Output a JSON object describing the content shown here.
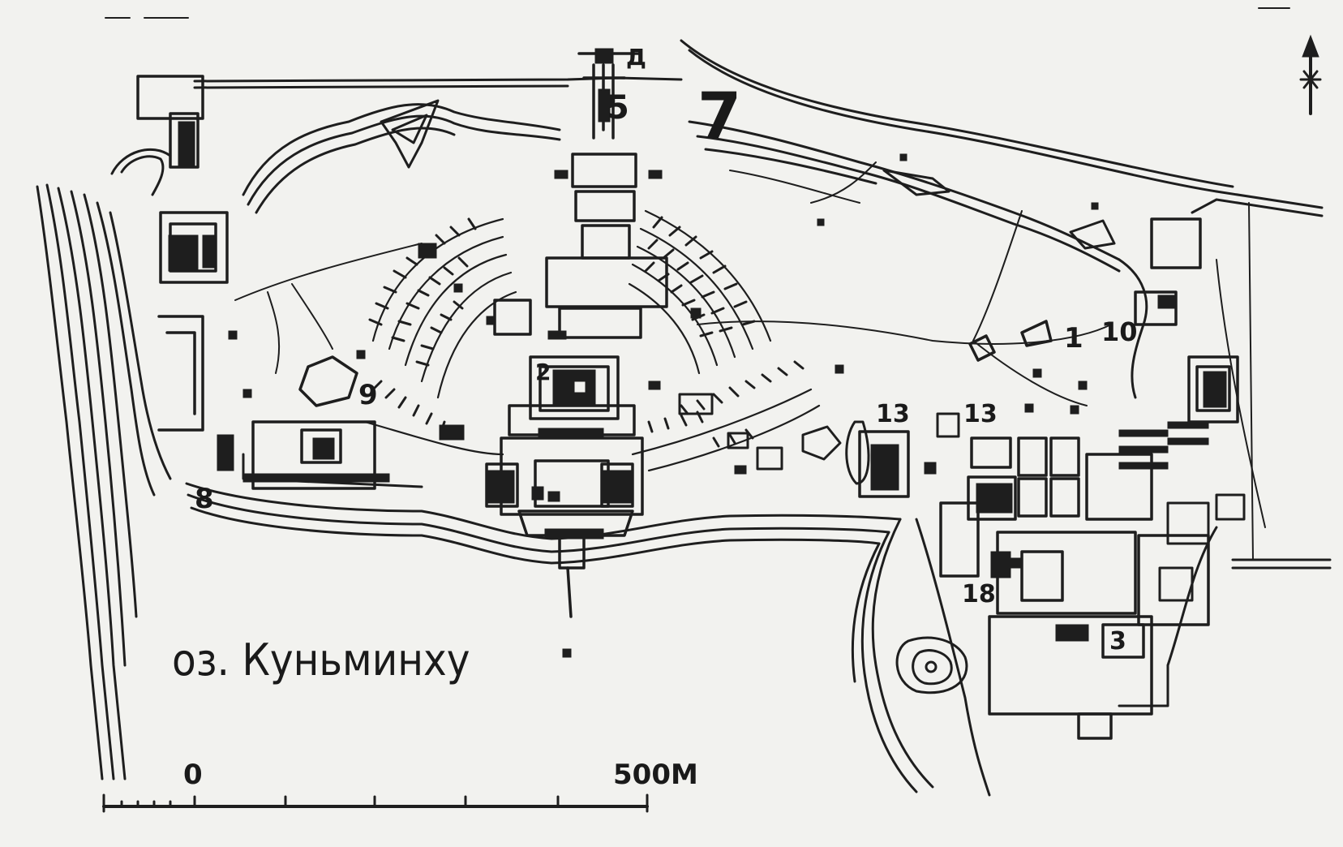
{
  "map": {
    "lake_label": "оз. Куньминху",
    "gate_label": "Д",
    "north_arrow": "north-arrow-icon",
    "scale": {
      "zero_label": "0",
      "end_label": "500М",
      "ticks": 7
    },
    "site_numbers": [
      "1",
      "2",
      "3",
      "5",
      "7",
      "8",
      "9",
      "10",
      "13",
      "13",
      "18"
    ]
  }
}
